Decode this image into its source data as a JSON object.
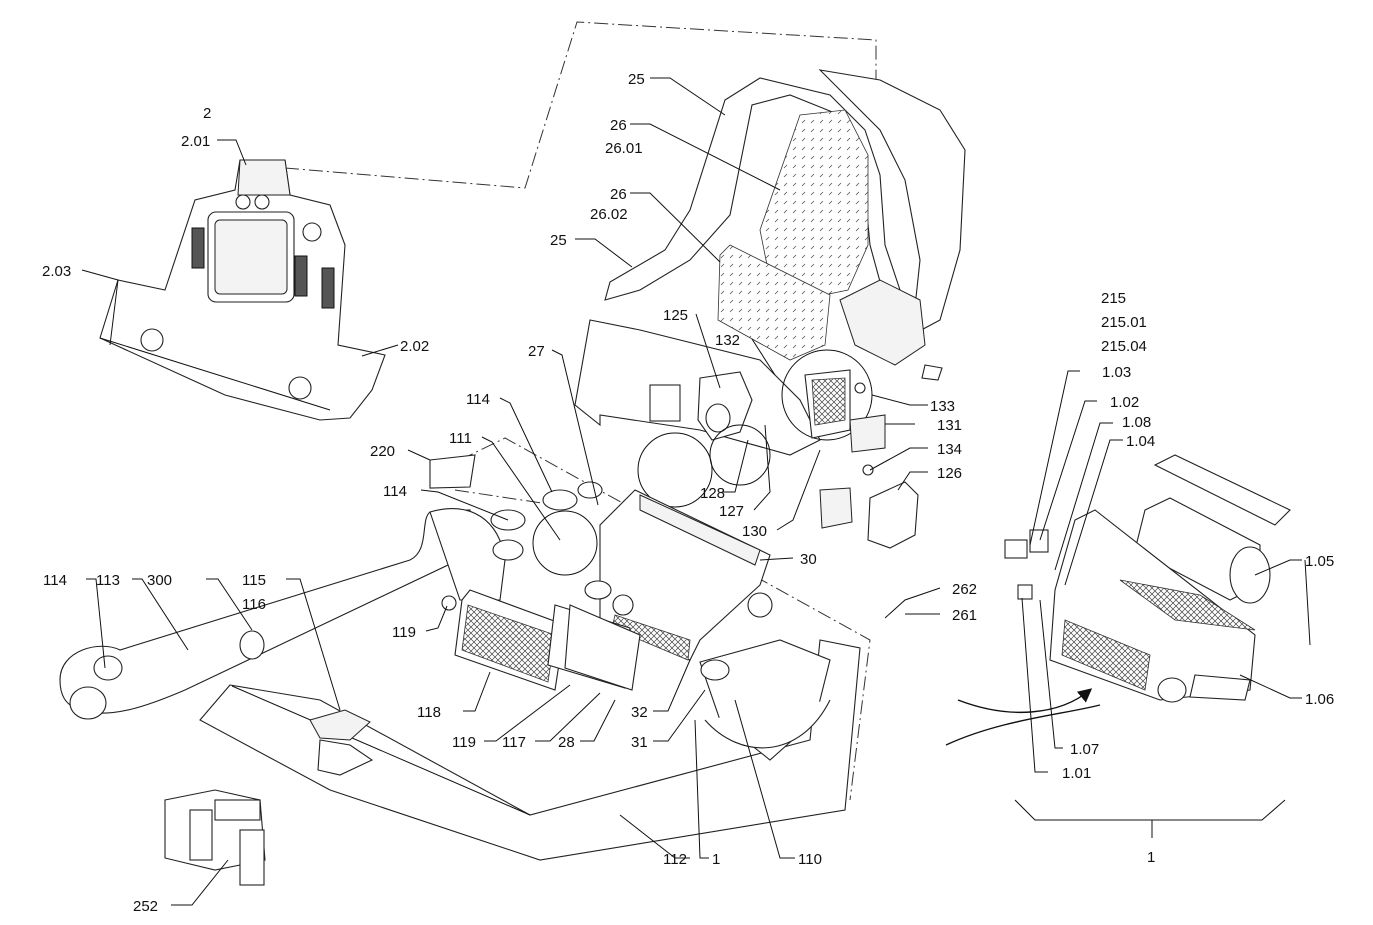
{
  "diagram": {
    "labels": {
      "l_2": "2",
      "l_2_01": "2.01",
      "l_2_02": "2.02",
      "l_2_03": "2.03",
      "l_25a": "25",
      "l_25b": "25",
      "l_26a": "26",
      "l_26_01": "26.01",
      "l_26b": "26",
      "l_26_02": "26.02",
      "l_27": "27",
      "l_125": "125",
      "l_132": "132",
      "l_133": "133",
      "l_131": "131",
      "l_134": "134",
      "l_126": "126",
      "l_114a": "114",
      "l_111": "111",
      "l_220": "220",
      "l_114b": "114",
      "l_128": "128",
      "l_127": "127",
      "l_130": "130",
      "l_30": "30",
      "l_262": "262",
      "l_261": "261",
      "l_114c": "114",
      "l_113": "113",
      "l_300": "300",
      "l_115": "115",
      "l_116": "116",
      "l_119a": "119",
      "l_118": "118",
      "l_119b": "119",
      "l_117": "117",
      "l_28": "28",
      "l_32": "32",
      "l_31": "31",
      "l_112": "112",
      "l_1a": "1",
      "l_110": "110",
      "l_252": "252",
      "l_215": "215",
      "l_215_01": "215.01",
      "l_215_04": "215.04",
      "l_1_03": "1.03",
      "l_1_02": "1.02",
      "l_1_08": "1.08",
      "l_1_04": "1.04",
      "l_1_05": "1.05",
      "l_1_06": "1.06",
      "l_1_07": "1.07",
      "l_1_01": "1.01",
      "l_1b": "1"
    }
  }
}
